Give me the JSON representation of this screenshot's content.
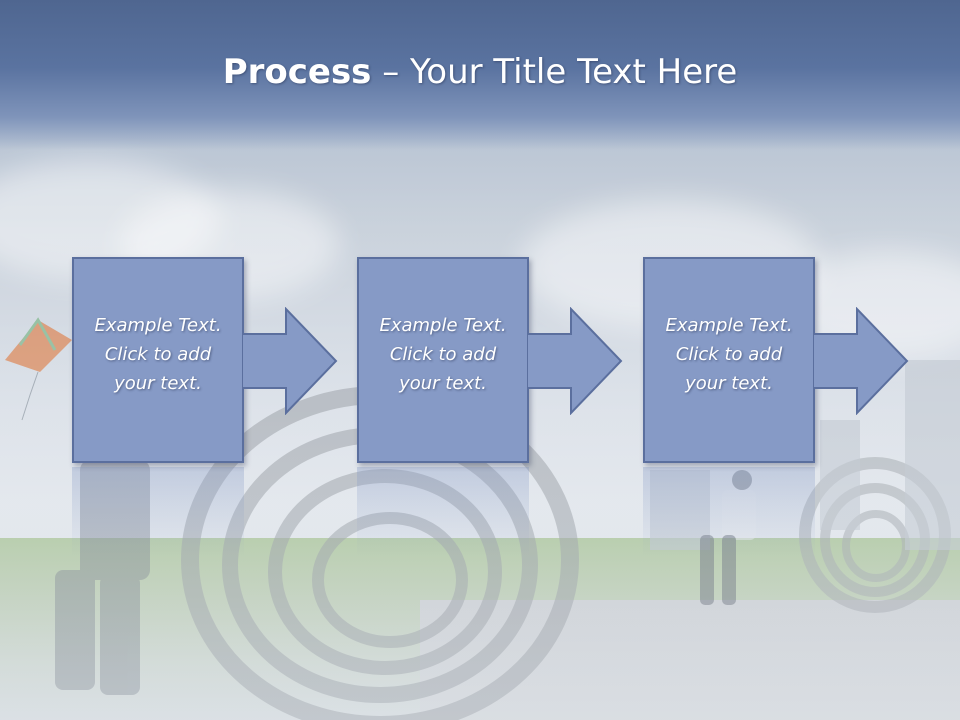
{
  "slide": {
    "title_bold": "Process",
    "title_rest": " – Your Title Text Here",
    "steps": [
      {
        "text": "Example Text.\nClick  to add\nyour text."
      },
      {
        "text": "Example Text.\nClick  to add\nyour text."
      },
      {
        "text": "Example Text.\nClick  to add\nyour text."
      }
    ]
  },
  "colors": {
    "title_band": "#5a73a0",
    "step_fill": "#869ac6",
    "step_border": "#5b6f9e",
    "text": "#ffffff"
  },
  "icons": {
    "step_connector": "right-arrow-icon"
  }
}
